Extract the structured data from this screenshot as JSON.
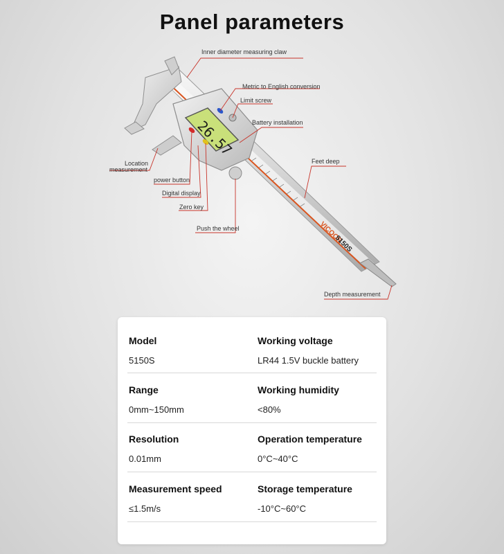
{
  "title": "Panel parameters",
  "device": {
    "brand": "VICOOR",
    "model_mark": "5150S",
    "display_reading": "26.57"
  },
  "callouts": [
    {
      "id": "inner-claw",
      "text": "Inner diameter measuring claw"
    },
    {
      "id": "metric-english",
      "text": "Metric to English conversion"
    },
    {
      "id": "limit-screw",
      "text": "Limit screw"
    },
    {
      "id": "battery",
      "text": "Battery installation"
    },
    {
      "id": "location-1",
      "text": "Location"
    },
    {
      "id": "location-2",
      "text": "measurement"
    },
    {
      "id": "feet-deep",
      "text": "Feet deep"
    },
    {
      "id": "power-button",
      "text": "power button"
    },
    {
      "id": "digital-display",
      "text": "Digital display"
    },
    {
      "id": "zero-key",
      "text": "Zero key"
    },
    {
      "id": "push-wheel",
      "text": "Push the wheel"
    },
    {
      "id": "depth-measurement",
      "text": "Depth measurement"
    }
  ],
  "specs": [
    {
      "label": "Model",
      "value": "5150S"
    },
    {
      "label": "Working voltage",
      "value": "LR44 1.5V buckle battery"
    },
    {
      "label": "Range",
      "value": "0mm~150mm"
    },
    {
      "label": "Working humidity",
      "value": "<80%"
    },
    {
      "label": "Resolution",
      "value": "0.01mm"
    },
    {
      "label": "Operation temperature",
      "value": "0°C~40°C"
    },
    {
      "label": "Measurement speed",
      "value": "≤1.5m/s"
    },
    {
      "label": "Storage temperature",
      "value": "-10°C~60°C"
    }
  ],
  "colors": {
    "accent": "#d9541e",
    "line": "#c8342a",
    "lcd": "#c9e07a"
  }
}
